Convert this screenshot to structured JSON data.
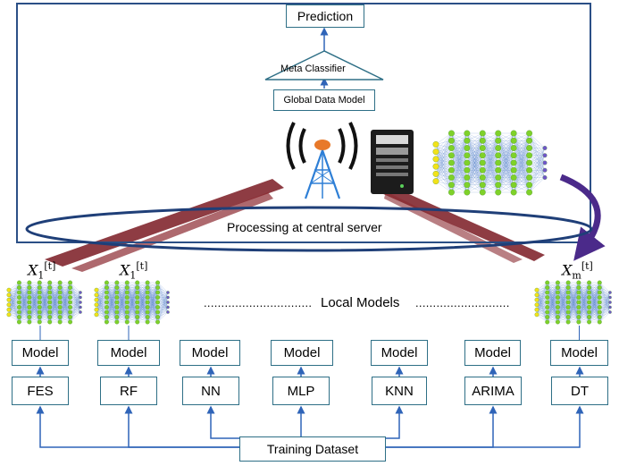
{
  "top": {
    "prediction_label": "Prediction",
    "meta_classifier_label": "Meta Classifier",
    "global_data_model_label": "Global Data Model",
    "central_server_label": "Processing at central server"
  },
  "local": {
    "dots_left": "...............................",
    "local_models_label": "Local Models",
    "dots_right": "...........................",
    "x_first": {
      "symbol": "X",
      "subscript": "1",
      "superscript": "[t]"
    },
    "x_second": {
      "symbol": "X",
      "subscript": "1",
      "superscript": "[t]"
    },
    "x_last": {
      "symbol": "X",
      "subscript": "m",
      "superscript": "[t]"
    }
  },
  "columns": [
    {
      "model_label": "Model",
      "algo_label": "FES"
    },
    {
      "model_label": "Model",
      "algo_label": "RF"
    },
    {
      "model_label": "Model",
      "algo_label": "NN"
    },
    {
      "model_label": "Model",
      "algo_label": "MLP"
    },
    {
      "model_label": "Model",
      "algo_label": "KNN"
    },
    {
      "model_label": "Model",
      "algo_label": "ARIMA"
    },
    {
      "model_label": "Model",
      "algo_label": "DT"
    }
  ],
  "bottom": {
    "training_dataset_label": "Training Dataset"
  },
  "colors": {
    "box_border": "#2e6f86",
    "frame_border": "#2b4f86",
    "arrow": "#2f64b8",
    "ellipse": "#1f3f78",
    "maroon": "#7a1a22",
    "purple_arrow": "#4b2a8a",
    "nn_node_green": "#7fd12a",
    "nn_node_yellow": "#f2e21a",
    "nn_node_blue": "#6f55c9",
    "tower_blue": "#2e7fd6",
    "tower_orange": "#e8792a"
  },
  "icons": [
    "antenna-tower-icon",
    "server-icon",
    "neural-network-icon"
  ]
}
